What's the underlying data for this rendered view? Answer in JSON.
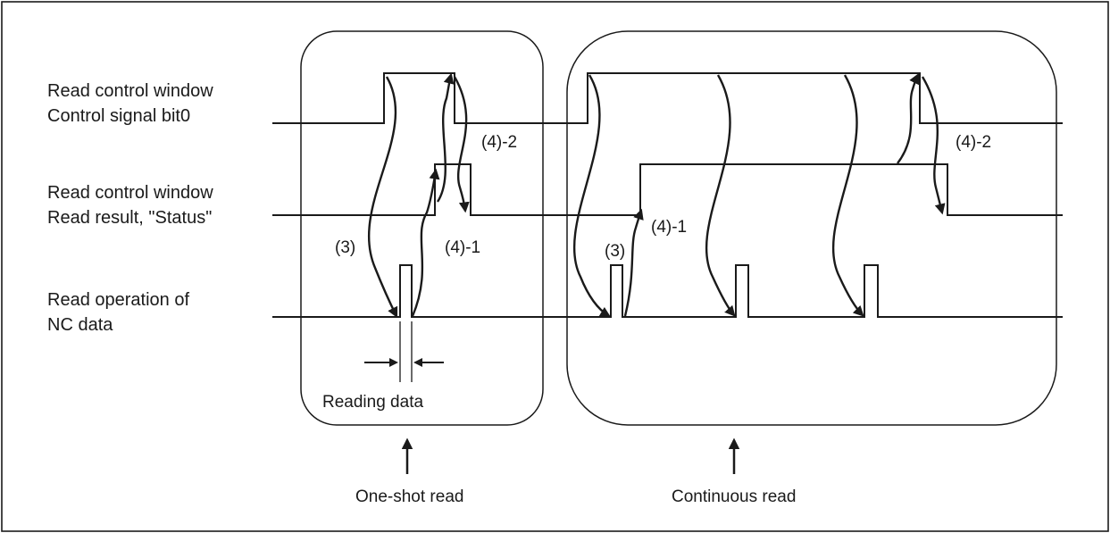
{
  "signals": [
    {
      "line1": "Read control window",
      "line2": "Control signal bit0"
    },
    {
      "line1": "Read control window",
      "line2": "Read result, \"Status\""
    },
    {
      "line1": "Read operation of",
      "line2": "NC data"
    }
  ],
  "annotations": {
    "one_shot_step_3": "(3)",
    "one_shot_step_4_1": "(4)-1",
    "one_shot_step_4_2": "(4)-2",
    "continuous_step_3": "(3)",
    "continuous_step_4_1": "(4)-1",
    "continuous_step_4_2": "(4)-2",
    "reading_data": "Reading data"
  },
  "captions": {
    "one_shot": "One-shot read",
    "continuous": "Continuous read"
  },
  "colors": {
    "stroke": "#1a1a1a",
    "background": "#ffffff"
  }
}
